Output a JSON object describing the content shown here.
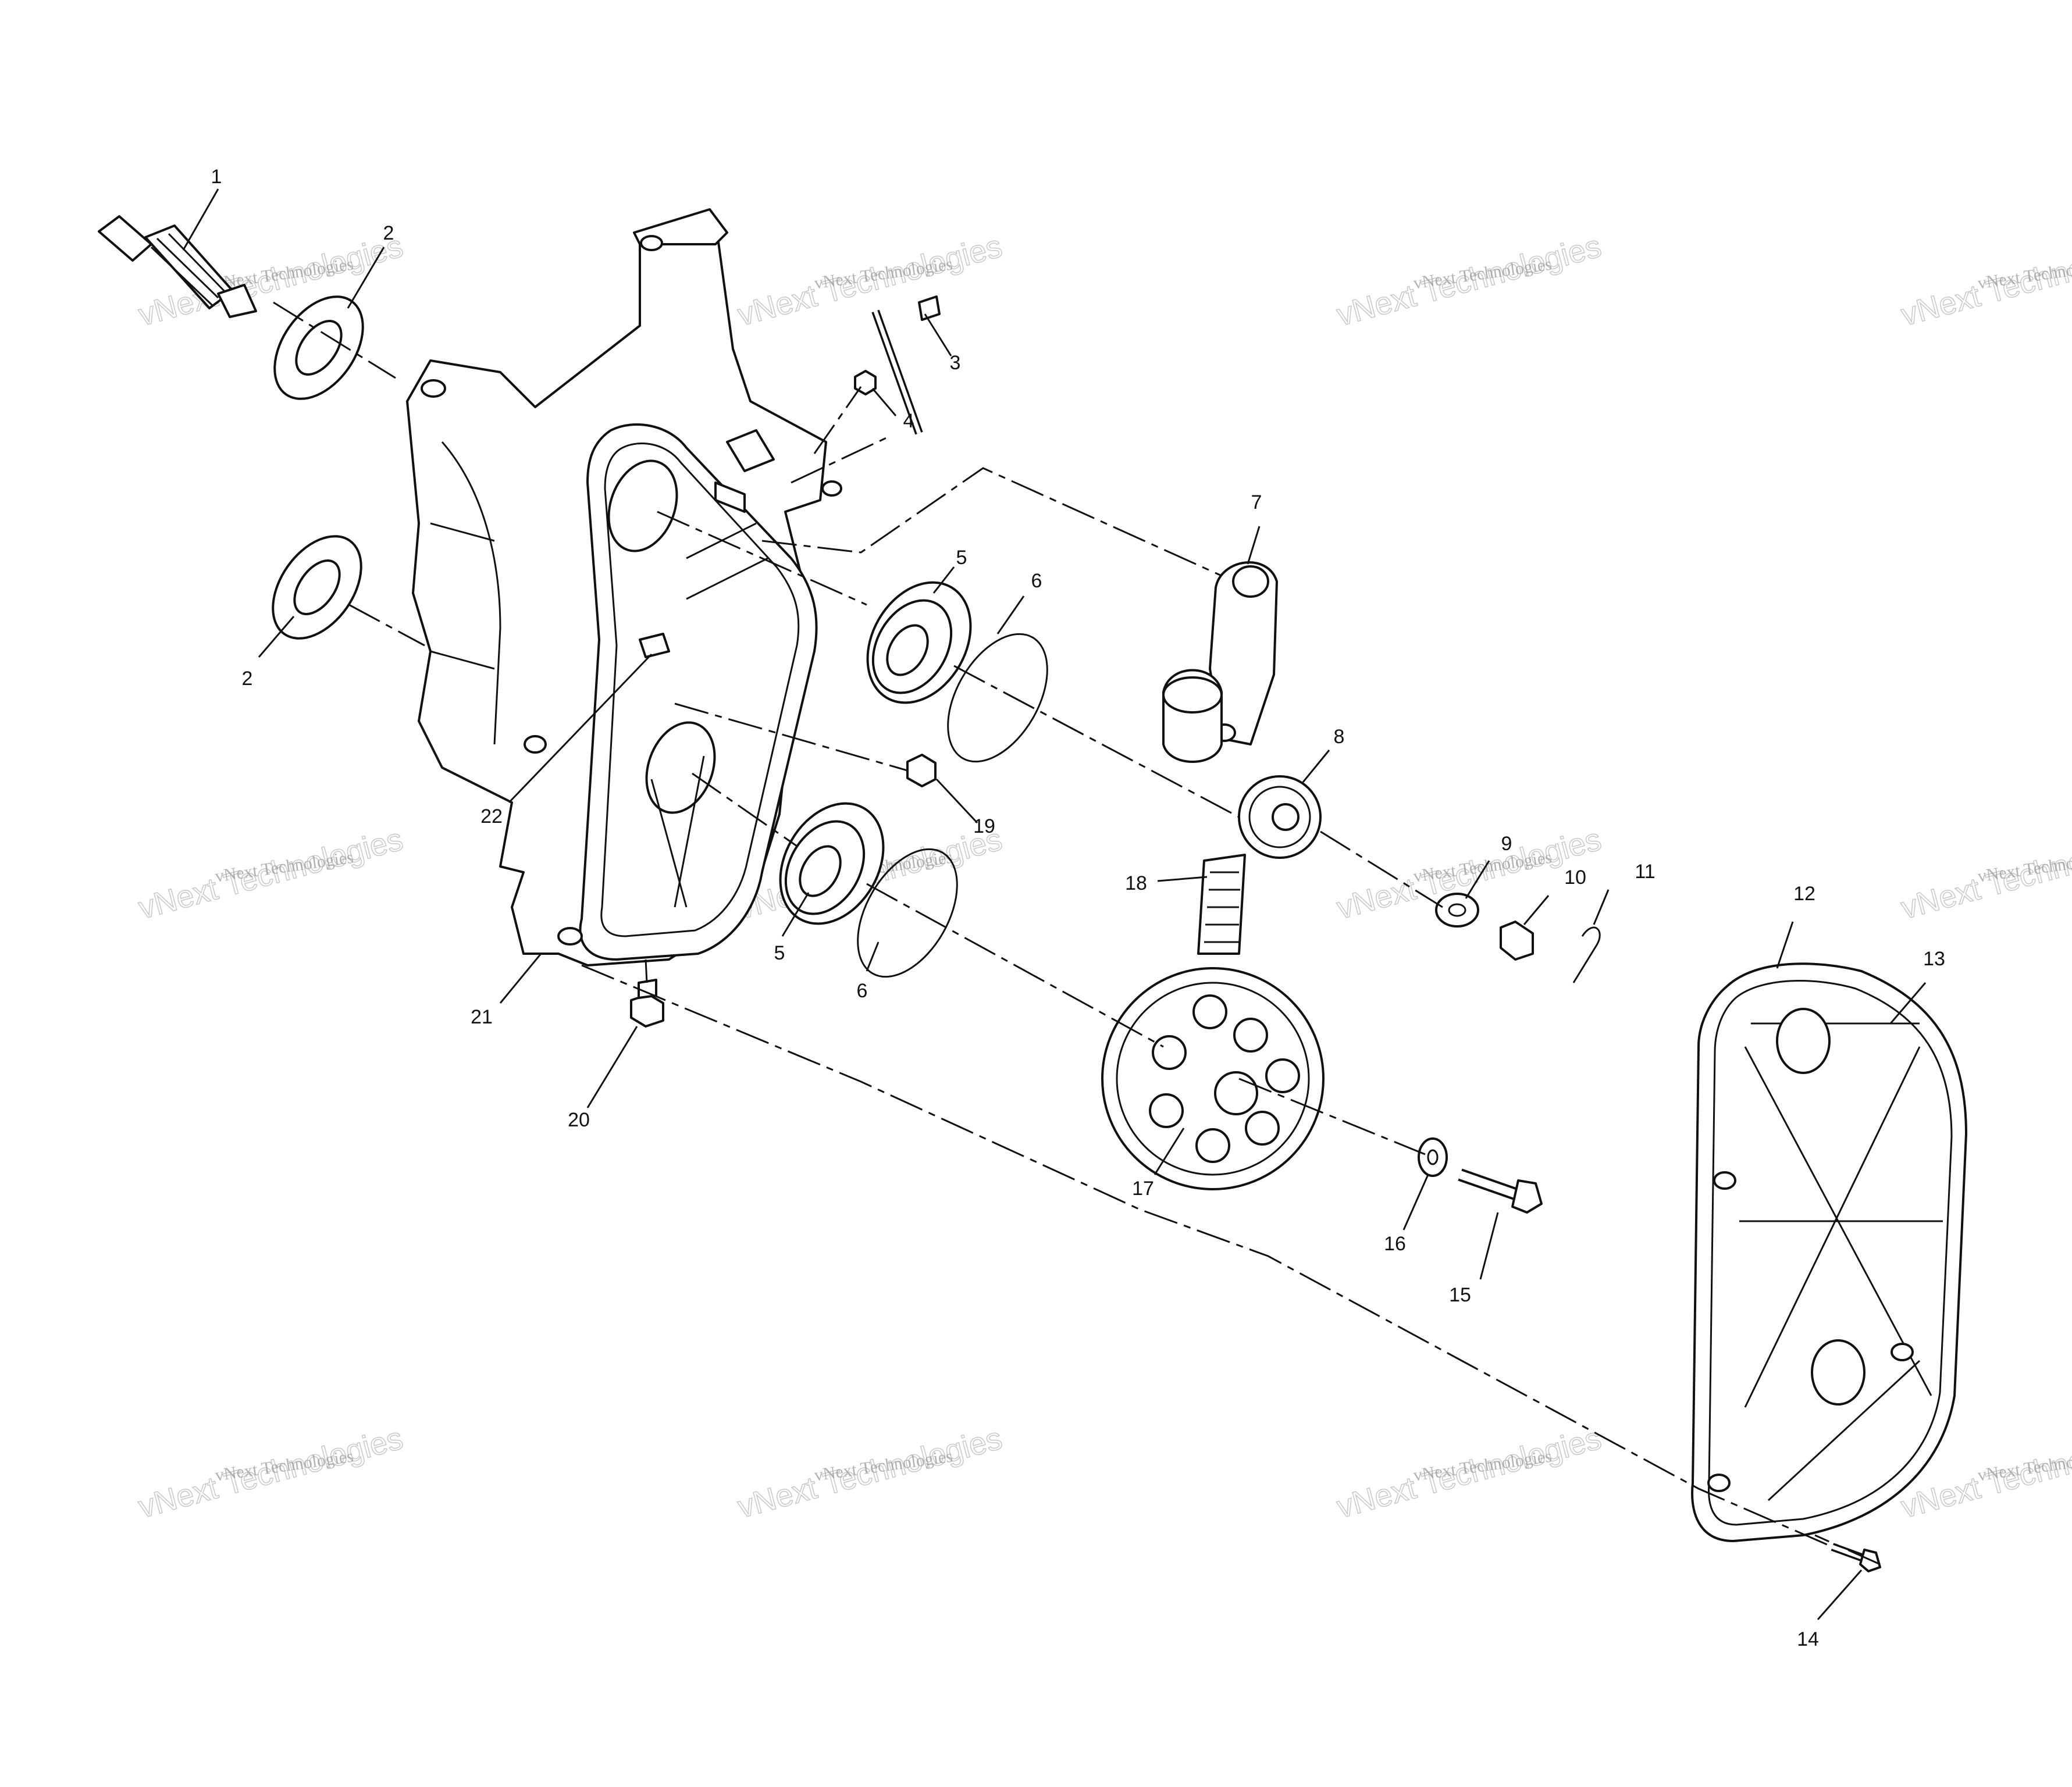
{
  "diagram": {
    "callouts": [
      {
        "id": "1",
        "text": "1"
      },
      {
        "id": "2a",
        "text": "2"
      },
      {
        "id": "2b",
        "text": "2"
      },
      {
        "id": "3",
        "text": "3"
      },
      {
        "id": "4",
        "text": "4"
      },
      {
        "id": "5a",
        "text": "5"
      },
      {
        "id": "5b",
        "text": "5"
      },
      {
        "id": "6a",
        "text": "6"
      },
      {
        "id": "6b",
        "text": "6"
      },
      {
        "id": "7",
        "text": "7"
      },
      {
        "id": "8",
        "text": "8"
      },
      {
        "id": "9",
        "text": "9"
      },
      {
        "id": "10",
        "text": "10"
      },
      {
        "id": "11",
        "text": "11"
      },
      {
        "id": "12",
        "text": "12"
      },
      {
        "id": "13",
        "text": "13"
      },
      {
        "id": "14",
        "text": "14"
      },
      {
        "id": "15",
        "text": "15"
      },
      {
        "id": "16",
        "text": "16"
      },
      {
        "id": "17",
        "text": "17"
      },
      {
        "id": "18",
        "text": "18"
      },
      {
        "id": "19",
        "text": "19"
      },
      {
        "id": "20",
        "text": "20"
      },
      {
        "id": "21",
        "text": "21"
      },
      {
        "id": "22",
        "text": "22"
      }
    ],
    "watermark": {
      "line1": "vNext Technologies",
      "line2": "vNext Technologies"
    }
  }
}
